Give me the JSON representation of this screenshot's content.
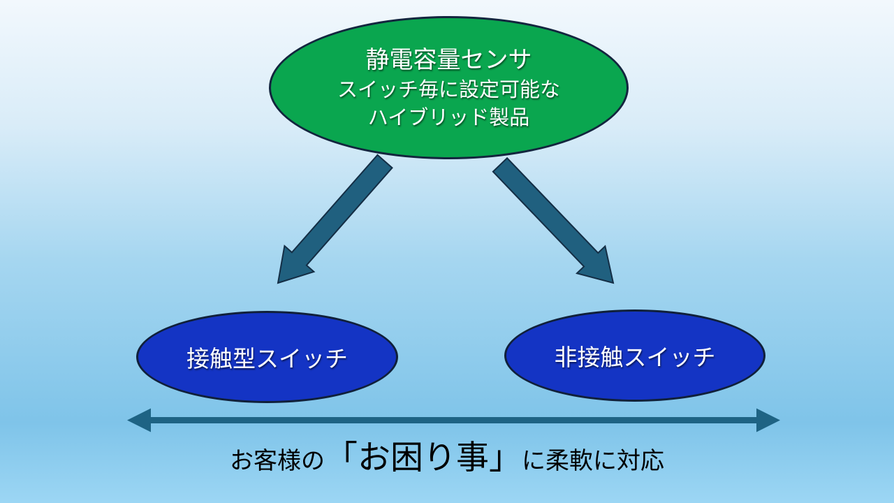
{
  "slide": {
    "top_ellipse": {
      "title": "静電容量センサ",
      "line2": "スイッチ毎に設定可能な",
      "line3": "ハイブリッド製品",
      "fill_color": "#0AA64F",
      "border_color": "#13253E",
      "text_color": "#FFFFFF"
    },
    "left_ellipse": {
      "label": "接触型スイッチ",
      "fill_color": "#1434C4",
      "border_color": "#10203A",
      "text_color": "#FFFFFF"
    },
    "right_ellipse": {
      "label": "非接触スイッチ",
      "fill_color": "#1434C4",
      "border_color": "#10203A",
      "text_color": "#FFFFFF"
    },
    "caption": {
      "prefix": "お客様の",
      "emphasis": "「お困り事」",
      "suffix": "に柔軟に対応",
      "text_color": "#000000"
    },
    "colors": {
      "diagonal_arrow_fill": "#20607F",
      "diagonal_arrow_outline": "#142E45",
      "horizontal_arrow_fill": "#1E6384",
      "background_top": "#F2F8FD",
      "background_mid": "#7FC4E9",
      "background_bottom": "#9CD6F4"
    }
  }
}
